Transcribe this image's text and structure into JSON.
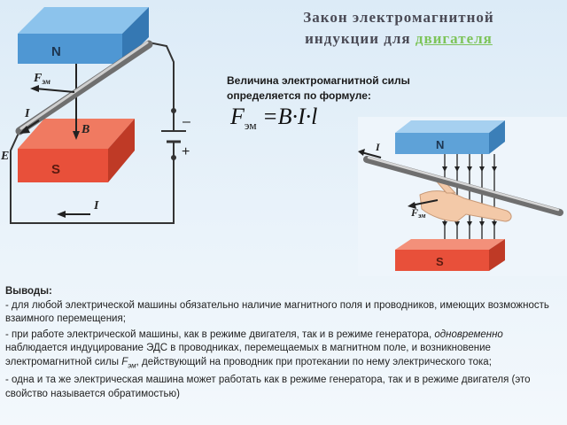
{
  "slide": {
    "title_line1": "Закон электромагнитной",
    "title_line2": "индукции для ",
    "title_accent": "двигателя",
    "lead": "Величина электромагнитной силы определяется по формуле:",
    "formula_lhs": "F",
    "formula_sub": "эм",
    "formula_rhs": " =B·I·l"
  },
  "diagram_left": {
    "pole_north": "N",
    "pole_south": "S",
    "force_label": "F",
    "force_sub": "эм",
    "current_top": "I",
    "field_label": "B",
    "emf_label": "E",
    "current_bottom": "I",
    "minus_sign": "–",
    "plus_sign": "+"
  },
  "diagram_right": {
    "pole_north": "N",
    "pole_south": "S",
    "current_label": "I",
    "force_label": "F",
    "force_sub": "эм"
  },
  "conclusions": {
    "heading": "Выводы:",
    "item1": "- для любой электрической машины обязательно наличие магнитного поля и проводников, имеющих возможность взаимного перемещения;",
    "item2_part1": "- при работе электрической машины, как в режиме двигателя, так и в режиме генератора, ",
    "item2_em": "одновременно",
    "item2_part2": " наблюдается индуцирование ЭДС в проводниках, перемещаемых в магнитном поле, и возникновение электромагнитной силы ",
    "item2_f": "F",
    "item2_fsub": "эм",
    "item2_part3": ", действующий на проводник при протекании по нему электрического тока;",
    "item3": "- одна и та же электрическая машина может работать как в режиме генератора, так и в режиме двигателя (это свойство называется обратимостью)"
  },
  "colors": {
    "pole_north": "#5aa0d8",
    "pole_south": "#e8563e",
    "accent": "#7dc45a"
  }
}
